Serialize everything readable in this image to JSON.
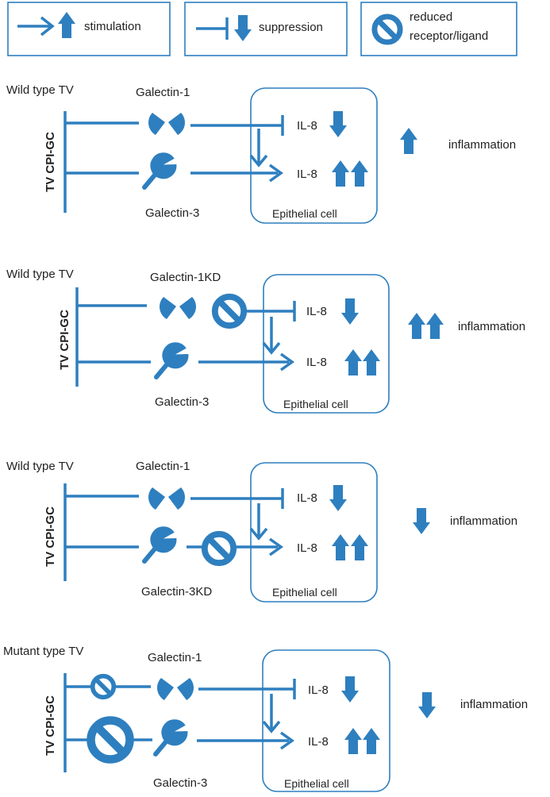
{
  "colors": {
    "primary": "#2E7FBF",
    "text": "#222222"
  },
  "legend": {
    "stimulation": {
      "label": "stimulation",
      "icons": [
        "arrow-right-icon",
        "up-arrow-icon"
      ]
    },
    "suppression": {
      "label": "suppression",
      "icons": [
        "inhibition-bar-icon",
        "down-arrow-icon"
      ]
    },
    "reduced": {
      "line1": "reduced",
      "line2": "receptor/ligand",
      "icon": "no-symbol-icon"
    }
  },
  "panels": [
    {
      "type_label": "Wild type TV",
      "vertical_label": "TV CPI-GC",
      "top_galectin": "Galectin-1",
      "bottom_galectin": "Galectin-3",
      "top_il8": "IL-8",
      "bottom_il8": "IL-8",
      "cell": "Epithelial cell",
      "outcome": "inflammation",
      "outcome_icon": "single-up-arrow-icon"
    },
    {
      "type_label": "Wild type TV",
      "vertical_label": "TV CPI-GC",
      "top_galectin": "Galectin-1KD",
      "bottom_galectin": "Galectin-3",
      "top_il8": "IL-8",
      "bottom_il8": "IL-8",
      "cell": "Epithelial cell",
      "outcome": "inflammation",
      "outcome_icon": "double-up-arrow-icon"
    },
    {
      "type_label": "Wild type TV",
      "vertical_label": "TV CPI-GC",
      "top_galectin": "Galectin-1",
      "bottom_galectin": "Galectin-3KD",
      "top_il8": "IL-8",
      "bottom_il8": "IL-8",
      "cell": "Epithelial cell",
      "outcome": "inflammation",
      "outcome_icon": "single-down-arrow-icon"
    },
    {
      "type_label": "Mutant type TV",
      "vertical_label": "TV CPI-GC",
      "top_galectin": "Galectin-1",
      "bottom_galectin": "Galectin-3",
      "top_il8": "IL-8",
      "bottom_il8": "IL-8",
      "cell": "Epithelial cell",
      "outcome": "inflammation",
      "outcome_icon": "single-down-arrow-icon"
    }
  ]
}
